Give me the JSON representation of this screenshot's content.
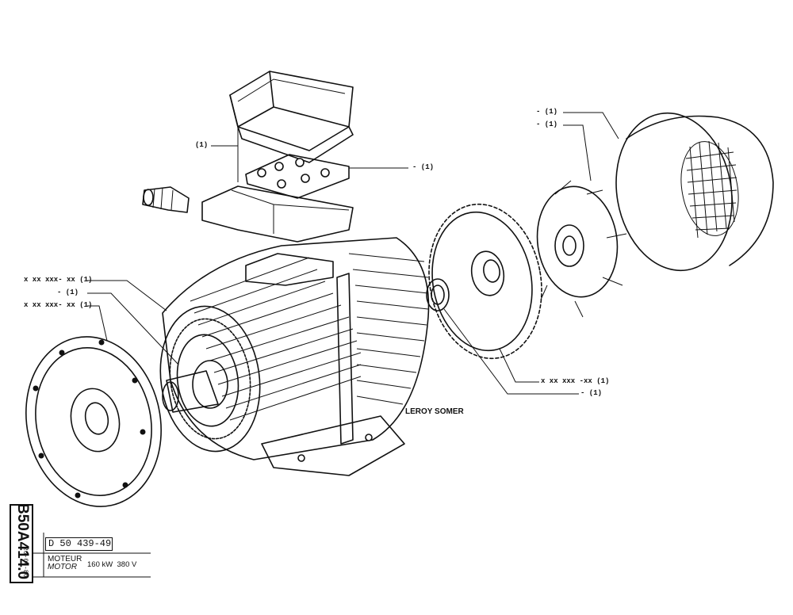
{
  "callouts": {
    "terminal_cover": "(1)",
    "terminal_board": "-   (1)",
    "fan_cover_1": "-   (1)",
    "fan_cover_2": "-   (1)",
    "stator_winding": "x xx xxx- xx (1)",
    "rotor": "-   (1)",
    "end_shield_front": "x xx xxx- xx (1)",
    "end_shield_rear": "x xx xxx -xx (1)",
    "bearing_rear": "-   (1)"
  },
  "brand": "LEROY SOMER",
  "title_block": {
    "code": "B50A414.0",
    "date": "26-04-86",
    "reference": "D 50 439-49",
    "name_fr": "MOTEUR",
    "name_en": "MOTOR",
    "power": "160 kW",
    "voltage": "380 V"
  }
}
